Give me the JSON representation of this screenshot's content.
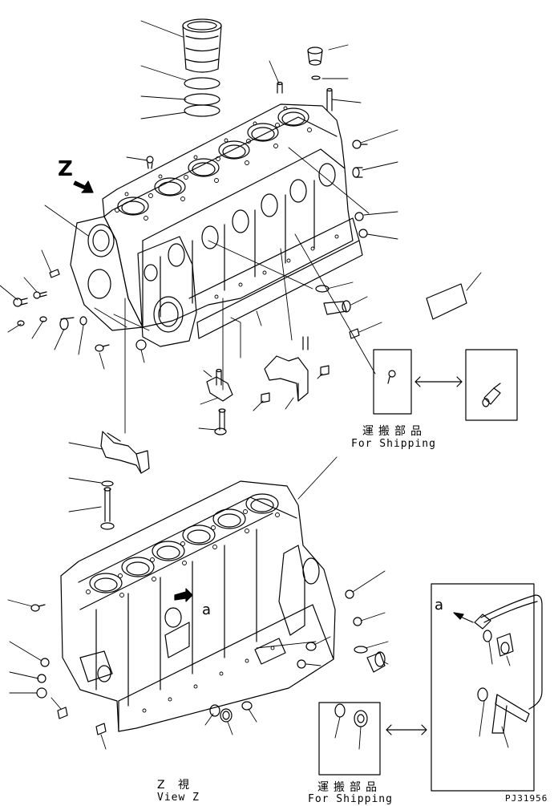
{
  "view_marker": "Z",
  "upper_box": {
    "label_jp": "運搬部品",
    "label_en": "For Shipping"
  },
  "lower_box": {
    "label_jp": "運搬部品",
    "label_en": "For Shipping"
  },
  "view_label": {
    "jp": "Z 視",
    "en": "View Z"
  },
  "detail_marker": "a",
  "drawing_number": "PJ31956"
}
